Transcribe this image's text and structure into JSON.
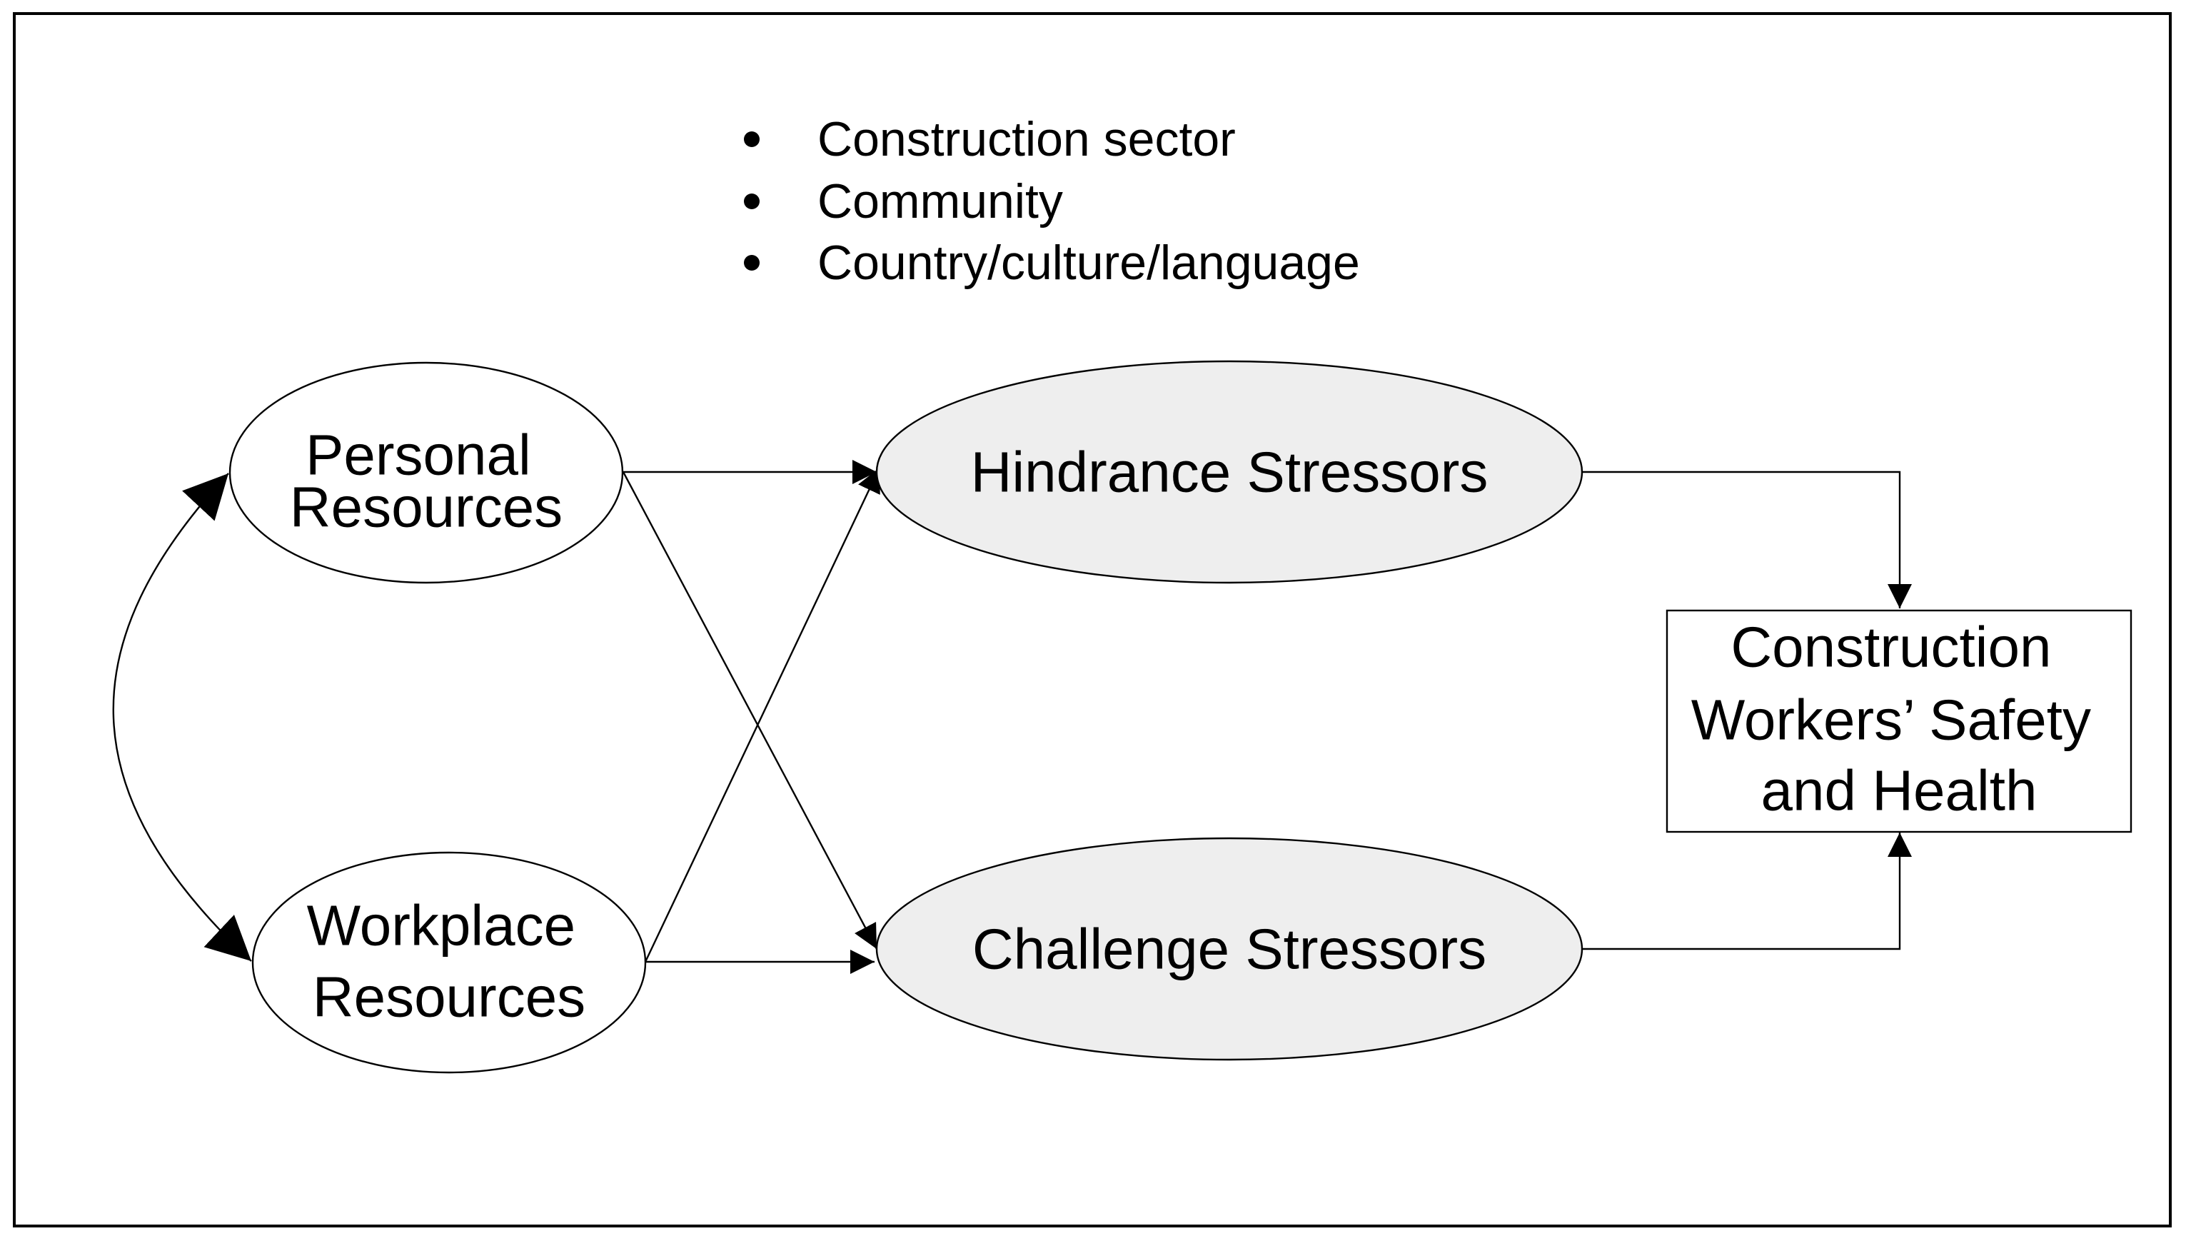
{
  "context_factors": [
    "Construction sector",
    "Community",
    "Country/culture/language"
  ],
  "nodes": {
    "personal_resources": {
      "lines": [
        "Personal",
        "Resources"
      ]
    },
    "workplace_resources": {
      "lines": [
        "Workplace",
        "Resources"
      ]
    },
    "hindrance_stressors": {
      "label": "Hindrance Stressors",
      "fill": "#eeeeee"
    },
    "challenge_stressors": {
      "label": "Challenge Stressors",
      "fill": "#eeeeee"
    },
    "outcome": {
      "lines": [
        "Construction",
        "Workers’ Safety",
        "and Health"
      ]
    }
  },
  "edges": [
    {
      "from": "Personal Resources",
      "to": "Hindrance Stressors"
    },
    {
      "from": "Personal Resources",
      "to": "Challenge Stressors"
    },
    {
      "from": "Workplace Resources",
      "to": "Hindrance Stressors"
    },
    {
      "from": "Workplace Resources",
      "to": "Challenge Stressors"
    },
    {
      "from": "Hindrance Stressors",
      "to": "Construction Workers’ Safety and Health"
    },
    {
      "from": "Challenge Stressors",
      "to": "Construction Workers’ Safety and Health"
    },
    {
      "from": "Personal Resources",
      "to": "Workplace Resources",
      "bidirectional": true
    }
  ],
  "colors": {
    "line": "#000000",
    "stressor_fill": "#eeeeee",
    "background": "#ffffff"
  }
}
